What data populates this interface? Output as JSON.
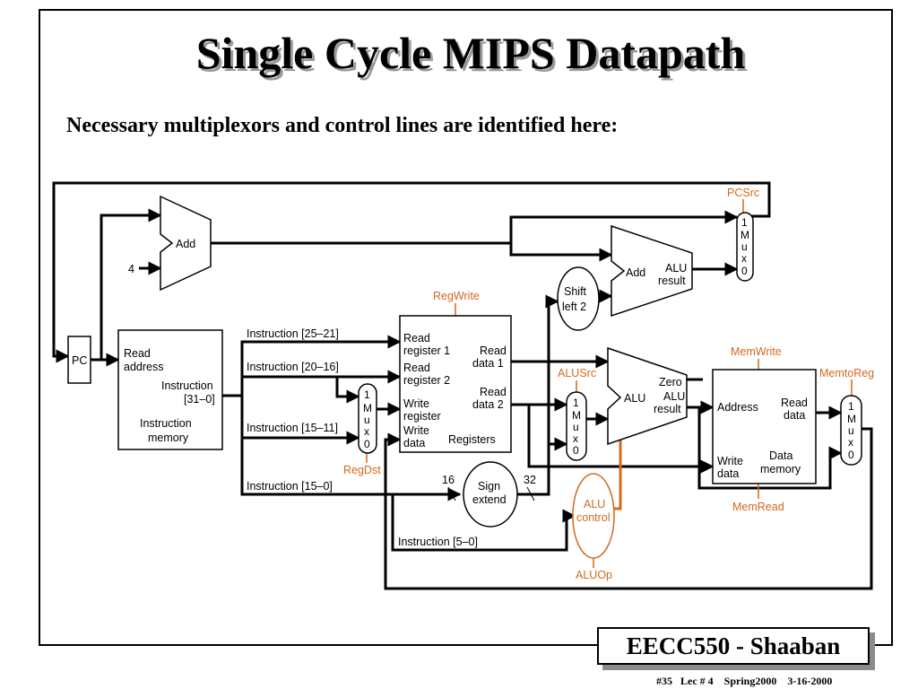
{
  "slide": {
    "title": "Single Cycle MIPS Datapath",
    "subtitle": "Necessary multiplexors and control lines are identified here:",
    "badge": "EECC550 - Shaaban",
    "footer": "#35   Lec # 4    Spring2000    3-16-2000"
  },
  "diagram": {
    "pc": "PC",
    "adders": {
      "pc_add": "Add",
      "pc_add_const": "4",
      "branch_add": "Add",
      "branch_add_result": [
        "ALU",
        "result"
      ]
    },
    "instruction_memory": {
      "read_address": [
        "Read",
        "address"
      ],
      "instruction": [
        "Instruction",
        "[31–0]"
      ],
      "name": [
        "Instruction",
        "memory"
      ]
    },
    "registers": {
      "read_register_1": [
        "Read",
        "register 1"
      ],
      "read_register_2": [
        "Read",
        "register 2"
      ],
      "write_register": [
        "Write",
        "register"
      ],
      "write_data": [
        "Write",
        "data"
      ],
      "read_data_1": [
        "Read",
        "data 1"
      ],
      "read_data_2": [
        "Read",
        "data 2"
      ],
      "name": "Registers"
    },
    "instruction_fields": {
      "f25_21": "Instruction [25–21]",
      "f20_16": "Instruction [20–16]",
      "f15_11": "Instruction [15–11]",
      "f15_0": "Instruction [15–0]",
      "f5_0": "Instruction [5–0]"
    },
    "shift_left": [
      "Shift",
      "left 2"
    ],
    "sign_extend": [
      "Sign",
      "extend"
    ],
    "bit_widths": {
      "in": "16",
      "out": "32"
    },
    "alu": {
      "name": "ALU",
      "zero": "Zero",
      "result": [
        "ALU",
        "result"
      ]
    },
    "alu_control": [
      "ALU",
      "control"
    ],
    "data_memory": {
      "address": "Address",
      "read_data": [
        "Read",
        "data"
      ],
      "write_data": [
        "Write",
        "data"
      ],
      "name": [
        "Data",
        "memory"
      ]
    },
    "mux": {
      "one": "1",
      "zero": "0",
      "letters": [
        "M",
        "u",
        "x"
      ]
    },
    "control_signals": {
      "pcsrc": "PCSrc",
      "regwrite": "RegWrite",
      "regdst": "RegDst",
      "alusrc": "ALUSrc",
      "memwrite": "MemWrite",
      "memread": "MemRead",
      "memtoreg": "MemtoReg",
      "aluop": "ALUOp"
    },
    "colors": {
      "wire": "#000000",
      "control": "#d2691e"
    }
  }
}
